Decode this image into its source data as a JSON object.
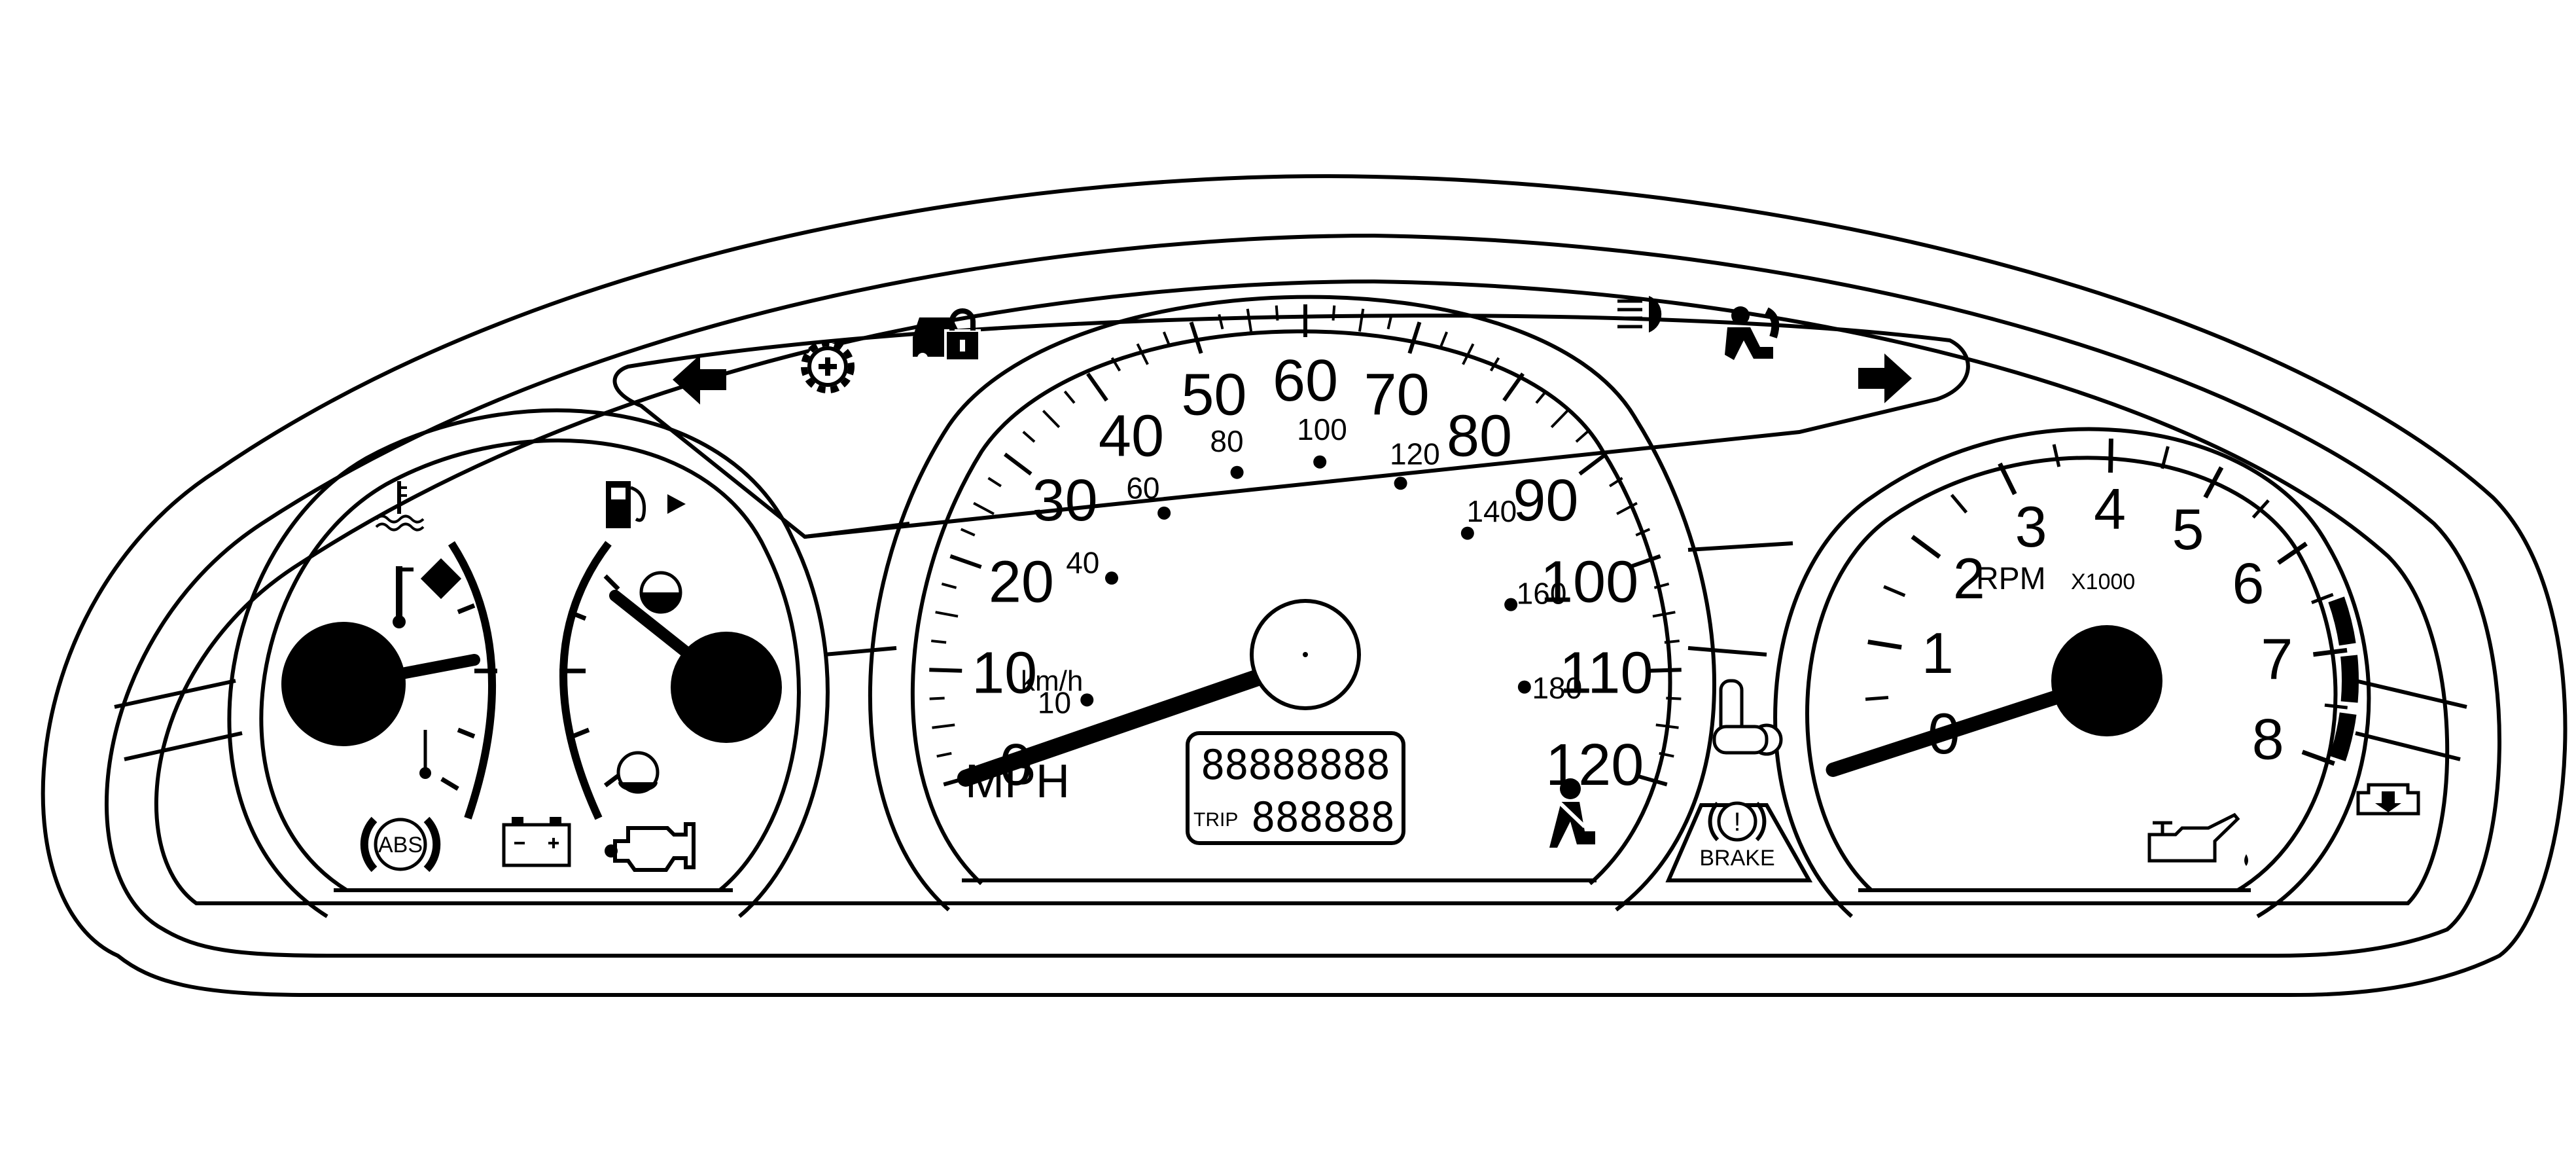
{
  "colors": {
    "ink": "#000000",
    "background": "#ffffff"
  },
  "speedometer": {
    "mph_labels": [
      "0",
      "10",
      "20",
      "30",
      "40",
      "50",
      "60",
      "70",
      "80",
      "90",
      "100",
      "110",
      "120"
    ],
    "kmh_labels": [
      "10",
      "40",
      "60",
      "80",
      "100",
      "120",
      "140",
      "160",
      "180"
    ],
    "mph_unit": "MPH",
    "kmh_unit": "km/h",
    "needle_mph": 0
  },
  "odometer": {
    "main_display": "88888888",
    "trip_label": "TRIP",
    "trip_display": "888888"
  },
  "tachometer": {
    "labels": [
      "0",
      "1",
      "2",
      "3",
      "4",
      "5",
      "6",
      "7",
      "8"
    ],
    "unit": "RPM",
    "multiplier": "X1000",
    "needle_rpm_x1000": 0
  },
  "brake_warning": {
    "label": "BRAKE",
    "symbol": "!"
  },
  "abs_warning": {
    "label": "ABS"
  },
  "indicators": [
    "turn-left-arrow-icon",
    "powertrain-gear-icon",
    "vehicle-security-lock-icon",
    "high-beam-icon",
    "airbag-icon",
    "turn-right-arrow-icon",
    "seatbelt-icon",
    "coolant-temperature-icon",
    "fuel-pump-icon",
    "battery-icon",
    "check-engine-icon",
    "oil-pressure-icon",
    "engine-service-icon"
  ]
}
